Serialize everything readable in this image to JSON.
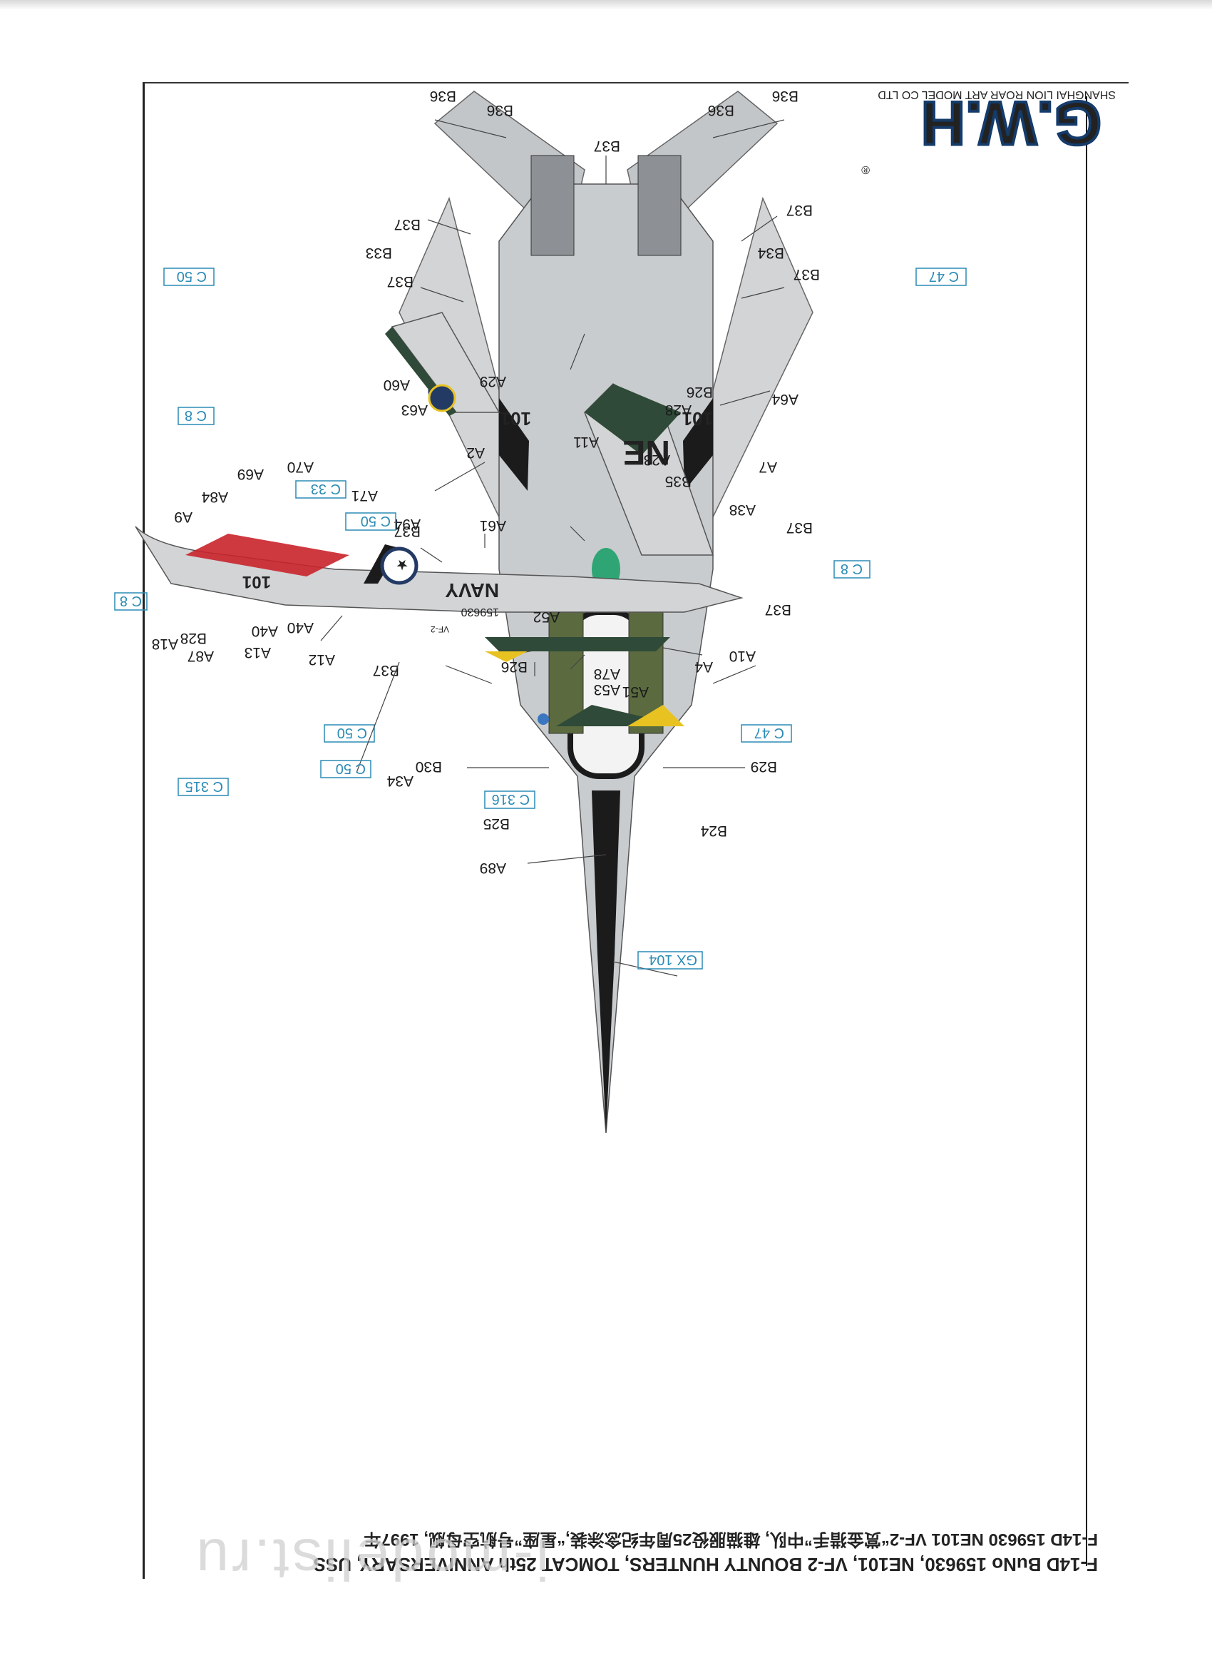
{
  "company": "SHANGHAI LION ROAR ART MODEL CO LTD",
  "logo": {
    "text": "G.W.H",
    "registered": "®"
  },
  "title_en": "F-14D BuNo 159630, NE101, VF-2 BOUNTY HUNTERS, TOMCAT 25th ANNIVERSARY, USS",
  "title_cn": "F-14D 159630 NE101 VF-2“赏金猎手”中队, 雄猫服役25周年纪念涂装,“星座”号航空母舰, 1997年",
  "watermark": "i-modelist.ru",
  "aircraft_markings": {
    "modex": "101",
    "tail_code": "NE",
    "service": "NAVY",
    "buno": "159630",
    "squadron": "VF-2"
  },
  "callouts": {
    "b36a": "B36",
    "b36b": "B36",
    "b36c": "B36",
    "b36d": "B36",
    "b37_top": "B37",
    "b37_l1": "B37",
    "b37_l2": "B37",
    "b37_l3": "B37",
    "b37_l4": "B37",
    "b37_r1": "B37",
    "b37_r2": "B37",
    "b37_r3": "B37",
    "b37_r4": "B37",
    "b34": "B34",
    "b33": "B33",
    "a60": "A60",
    "a63": "A63",
    "a64": "A64",
    "b30": "B30",
    "b29": "B29",
    "b25": "B25",
    "b24": "B24",
    "a89": "A89",
    "a51": "A51",
    "a53": "A53",
    "a34": "A34",
    "a52": "A52",
    "a78": "A78",
    "a4": "A4",
    "a10": "A10",
    "b26": "B26",
    "a12": "A12",
    "a13": "A13",
    "a87": "A87",
    "b28": "B28",
    "a18": "A18",
    "a40a": "A40",
    "a40b": "A40",
    "a9": "A9",
    "a84": "A84",
    "a69": "A69",
    "a70": "A70",
    "a71": "A71",
    "a94": "A94",
    "a61": "A61",
    "a38": "A38",
    "b35": "B35",
    "a7": "A7",
    "a23": "A23",
    "a11": "A11",
    "a2": "A2",
    "a28": "A28",
    "b26b": "B26",
    "a29": "A29"
  },
  "refs": {
    "c50_top": "C 50",
    "c47_top": "C 47",
    "c8_left": "C 8",
    "c8_right": "C 8",
    "c50_mid": "C 50",
    "c47_mid": "C 47",
    "gx104": "GX 104",
    "c316": "C 316",
    "c315": "C 315",
    "c50_side": "C 50",
    "c50_low": "C 50",
    "c33": "C 33",
    "c8_side": "C 8"
  },
  "colors": {
    "gray_light": "#d2d4d6",
    "gray_mid": "#b9bcbf",
    "dark_green": "#2f4a38",
    "olive": "#5b6b3f",
    "yellow": "#e8c221",
    "red": "#c9232b",
    "black": "#1b1b1b",
    "callout_blue": "#2b8bb6"
  }
}
